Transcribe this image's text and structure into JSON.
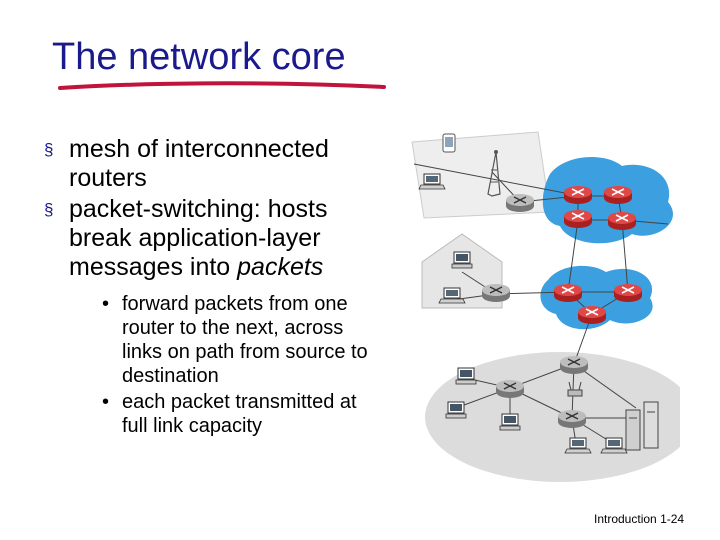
{
  "slide": {
    "title": "The network core",
    "footer_text": "Introduction",
    "page_number": "1-24"
  },
  "bullets": [
    {
      "marker": "§",
      "text_a": "mesh of interconnected routers",
      "text_b": "",
      "emph": ""
    },
    {
      "marker": "§",
      "text_a": "packet-switching: hosts break application-layer messages into ",
      "text_b": "",
      "emph": "packets"
    }
  ],
  "sub_bullets": [
    {
      "marker": "•",
      "text": "forward packets from one router to the next, across links on path from source to destination"
    },
    {
      "marker": "•",
      "text": "each packet transmitted at full link capacity"
    }
  ],
  "colors": {
    "title": "#1a1a8c",
    "underline": "#c0143c",
    "cloud": "#3b9fe0",
    "router_red": "#d83838",
    "router_gray": "#9a9a9a",
    "ground": "#dcdcdc"
  }
}
